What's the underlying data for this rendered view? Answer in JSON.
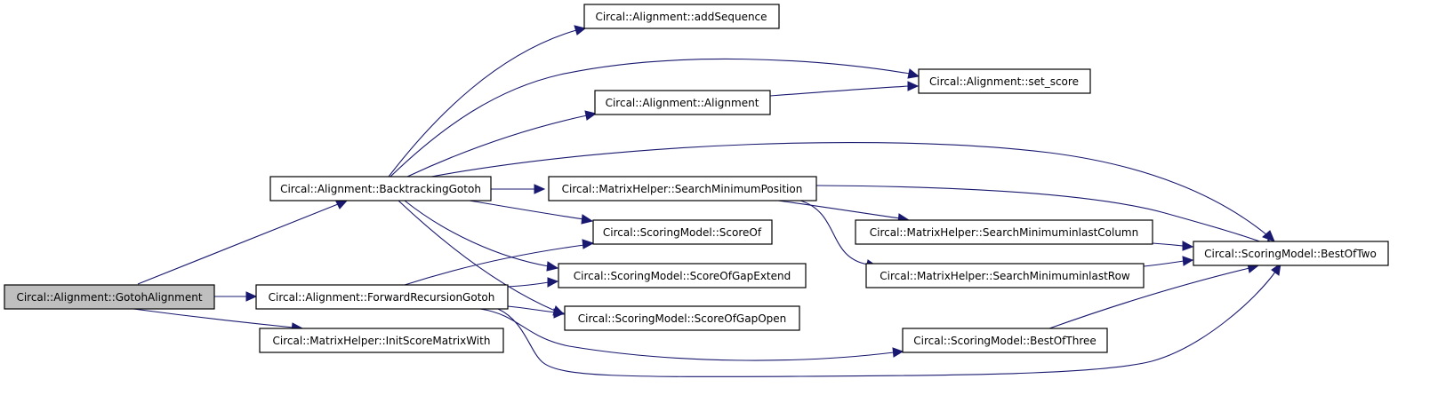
{
  "graph": {
    "colors": {
      "edge": "#191970",
      "root_fill": "#bfbfbf",
      "node_fill": "#ffffff",
      "border": "#000000"
    },
    "nodes": {
      "gotoh": "Circal::Alignment::GotohAlignment",
      "backtrack": "Circal::Alignment::BacktrackingGotoh",
      "forward": "Circal::Alignment::ForwardRecursionGotoh",
      "initscore": "Circal::MatrixHelper::InitScoreMatrixWith",
      "addseq": "Circal::Alignment::addSequence",
      "alignment": "Circal::Alignment::Alignment",
      "setscore": "Circal::Alignment::set_score",
      "searchmin": "Circal::MatrixHelper::SearchMinimumPosition",
      "scoreof": "Circal::ScoringModel::ScoreOf",
      "gapextend": "Circal::ScoringModel::ScoreOfGapExtend",
      "gapopen": "Circal::ScoringModel::ScoreOfGapOpen",
      "mincol": "Circal::MatrixHelper::SearchMinimuminlastColumn",
      "minrow": "Circal::MatrixHelper::SearchMinimuminlastRow",
      "bestoftwo": "Circal::ScoringModel::BestOfTwo",
      "bestofthree": "Circal::ScoringModel::BestOfThree"
    },
    "edges": [
      [
        "gotoh",
        "backtrack"
      ],
      [
        "gotoh",
        "forward"
      ],
      [
        "gotoh",
        "initscore"
      ],
      [
        "backtrack",
        "addseq"
      ],
      [
        "backtrack",
        "setscore"
      ],
      [
        "backtrack",
        "alignment"
      ],
      [
        "backtrack",
        "bestoftwo"
      ],
      [
        "backtrack",
        "searchmin"
      ],
      [
        "backtrack",
        "scoreof"
      ],
      [
        "backtrack",
        "gapextend"
      ],
      [
        "backtrack",
        "gapopen"
      ],
      [
        "alignment",
        "setscore"
      ],
      [
        "searchmin",
        "bestoftwo"
      ],
      [
        "searchmin",
        "mincol"
      ],
      [
        "searchmin",
        "minrow"
      ],
      [
        "mincol",
        "bestoftwo"
      ],
      [
        "minrow",
        "bestoftwo"
      ],
      [
        "forward",
        "scoreof"
      ],
      [
        "forward",
        "gapextend"
      ],
      [
        "forward",
        "gapopen"
      ],
      [
        "forward",
        "bestofthree"
      ],
      [
        "forward",
        "bestoftwo"
      ],
      [
        "bestofthree",
        "bestoftwo"
      ]
    ]
  }
}
